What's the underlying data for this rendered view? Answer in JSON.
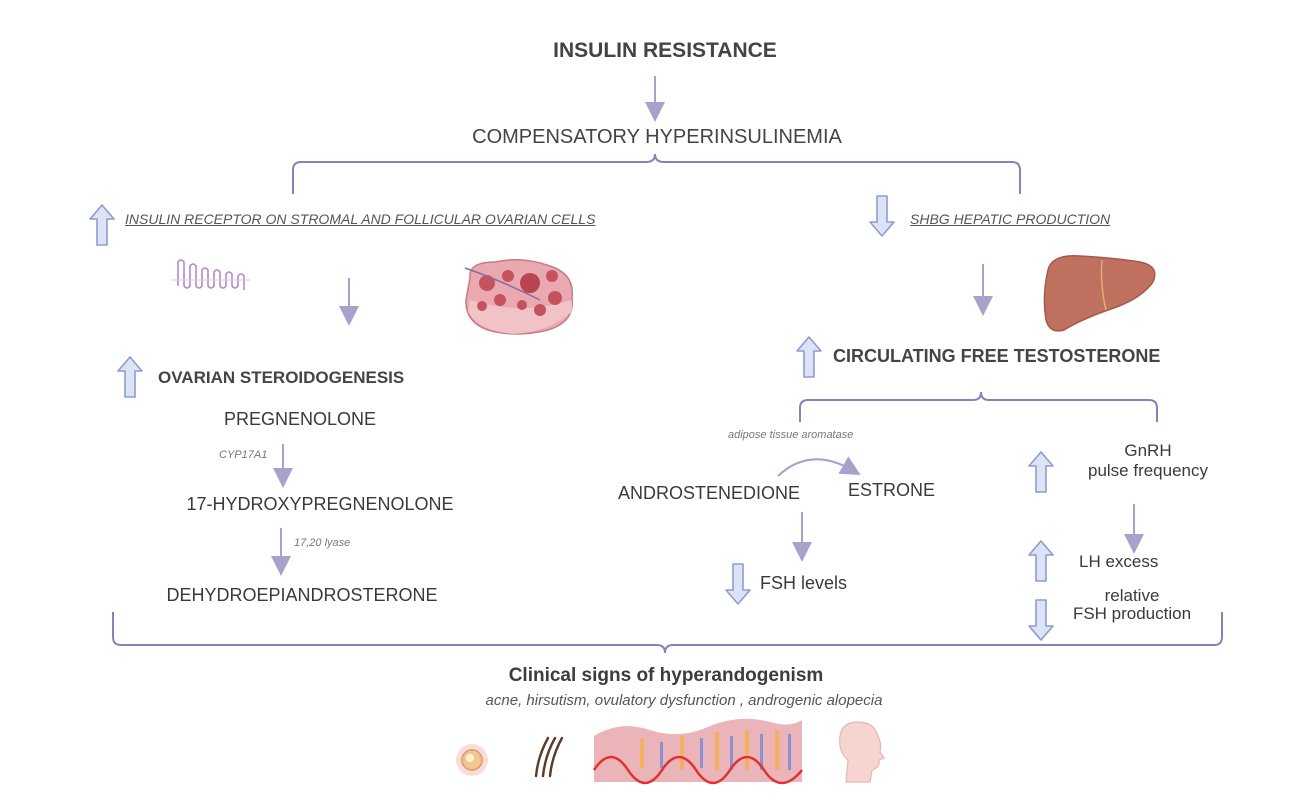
{
  "title": "INSULIN RESISTANCE",
  "step2": "COMPENSATORY HYPERINSULINEMIA",
  "left": {
    "receptor": "INSULIN RECEPTOR ON STROMAL AND FOLLICULAR OVARIAN CELLS",
    "steroidogenesis": "OVARIAN STEROIDOGENESIS",
    "pregnenolone": "PREGNENOLONE",
    "enzyme1": "CYP17A1",
    "hydroxy": "17-HYDROXYPREGNENOLONE",
    "enzyme2": "17,20 lyase",
    "dhea": "DEHYDROEPIANDROSTERONE"
  },
  "right": {
    "shbg": "SHBG HEPATIC PRODUCTION",
    "testosterone": "CIRCULATING FREE TESTOSTERONE",
    "aromatase": "adipose tissue aromatase",
    "androstenedione": "ANDROSTENEDIONE",
    "estrone": "ESTRONE",
    "fsh_levels": "FSH levels",
    "gnrh_line1": "GnRH",
    "gnrh_line2": "pulse frequency",
    "lh": "LH excess",
    "fsh_line1": "relative",
    "fsh_line2": "FSH production"
  },
  "bottom": {
    "title": "Clinical signs of hyperandogenism",
    "subtitle": "acne, hirsutism, ovulatory dysfunction , androgenic alopecia"
  },
  "colors": {
    "line": "#8e7fb8",
    "arrow_fill": "#dde3f6",
    "arrow_stroke": "#8d9ccc",
    "small_arrow": "#a9a1cc",
    "liver": "#c0705e",
    "ovary": "#e9a3ad",
    "red_wave": "#e03030"
  },
  "icons": [
    "insulin-receptor-icon",
    "ovary-icon",
    "liver-icon",
    "acne-icon",
    "hair-icon",
    "endometrium-icon",
    "head-profile-icon"
  ]
}
